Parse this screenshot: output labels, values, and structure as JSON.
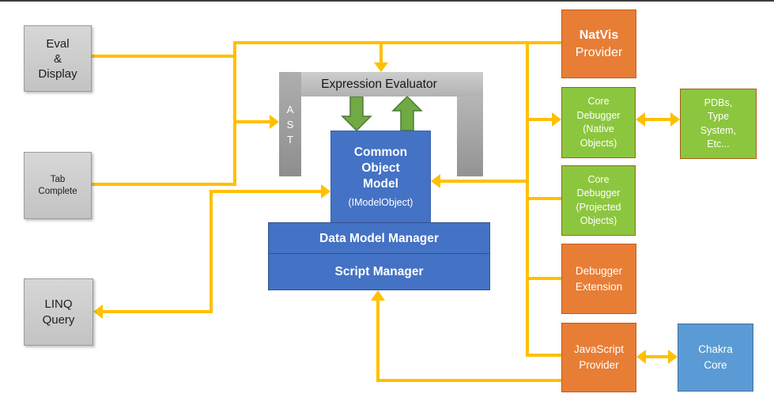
{
  "colors": {
    "connector_yellow": "#FFC000",
    "box_orange": "#E87D35",
    "box_green": "#8CC63E",
    "box_blue": "#4472C4",
    "box_light_blue": "#5B9BD5",
    "box_gray": "#CFCFCF",
    "arrow_green": "#6FAA44"
  },
  "boxes": {
    "eval_display": {
      "lines": [
        "Eval",
        "&",
        "Display"
      ]
    },
    "tab_complete": {
      "lines": [
        "Tab",
        "Complete"
      ]
    },
    "linq_query": {
      "lines": [
        "LINQ",
        "Query"
      ]
    },
    "expression_evaluator": {
      "label": "Expression Evaluator",
      "ast": [
        "A",
        "S",
        "T"
      ]
    },
    "common_object_model": {
      "lines": [
        "Common",
        "Object",
        "Model"
      ],
      "sub": "(IModelObject)"
    },
    "data_model_manager": {
      "label": "Data Model Manager"
    },
    "script_manager": {
      "label": "Script Manager"
    },
    "natvis_provider": {
      "title": "NatVis",
      "subtitle": "Provider"
    },
    "core_debugger_native": {
      "lines": [
        "Core",
        "Debugger",
        "(Native",
        "Objects)"
      ]
    },
    "pdbs": {
      "lines": [
        "PDBs,",
        "Type",
        "System,",
        "Etc..."
      ]
    },
    "core_debugger_projected": {
      "lines": [
        "Core",
        "Debugger",
        "(Projected",
        "Objects)"
      ]
    },
    "debugger_extension": {
      "lines": [
        "Debugger",
        "Extension"
      ]
    },
    "javascript_provider": {
      "lines": [
        "JavaScript",
        "Provider"
      ]
    },
    "chakra_core": {
      "lines": [
        "Chakra",
        "Core"
      ]
    }
  }
}
